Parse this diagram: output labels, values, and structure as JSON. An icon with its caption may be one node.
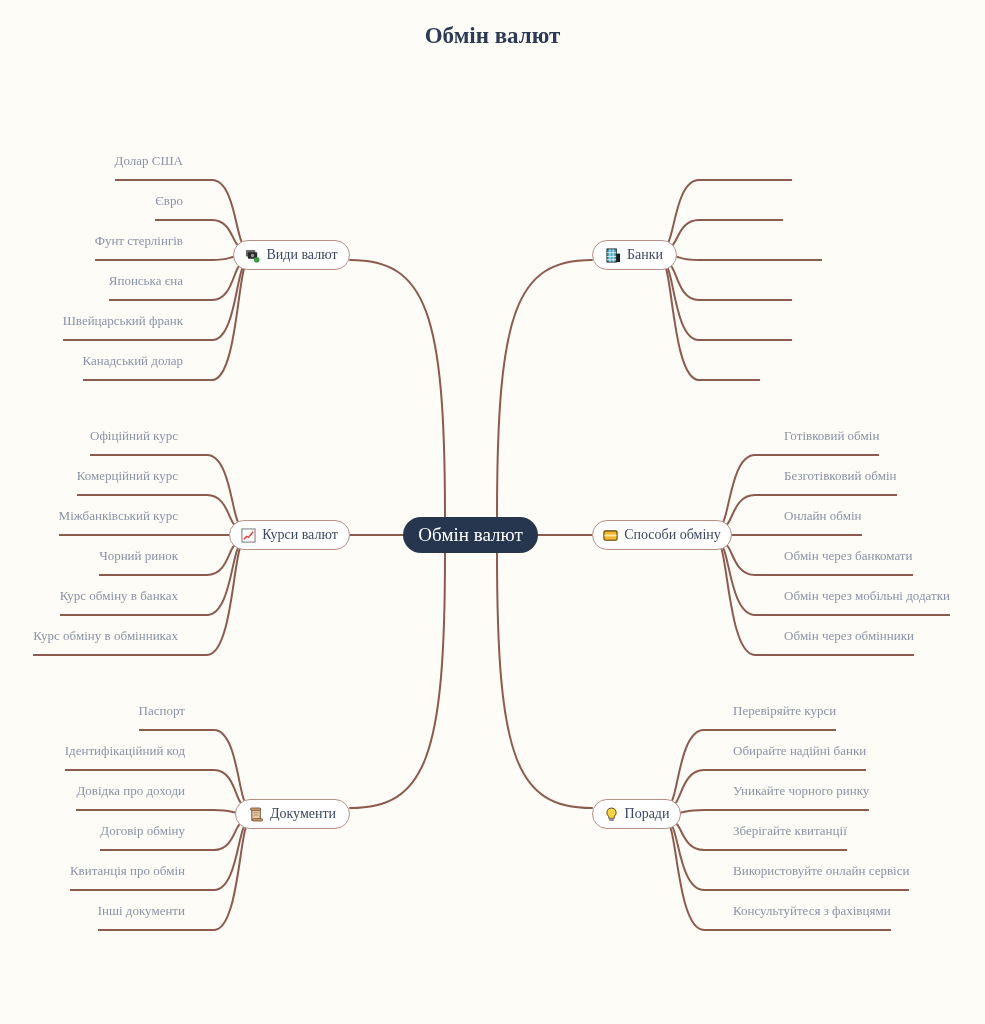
{
  "diagram": {
    "title": "Обмін валют",
    "nodes": [
      {
        "text": [
          "Обмін валют"
        ]
      },
      {
        "text": [
          "Види валют"
        ]
      },
      {
        "text": [
          "Долар США"
        ]
      },
      {
        "text": [
          "Євро"
        ]
      },
      {
        "text": [
          "Фунт стерлінгів"
        ]
      },
      {
        "text": [
          "Японська єна"
        ]
      },
      {
        "text": [
          "Швейцарський франк"
        ]
      },
      {
        "text": [
          "Канадський долар"
        ]
      },
      {
        "text": [
          "Курси валют"
        ]
      },
      {
        "text": [
          "Офіційний курс"
        ]
      },
      {
        "text": [
          "Комерційний курс"
        ]
      },
      {
        "text": [
          "Міжбанківський курс"
        ]
      },
      {
        "text": [
          "Чорний ринок"
        ]
      },
      {
        "text": [
          "Курс обміну в банках"
        ]
      },
      {
        "text": [
          "Курс обміну в обмінниках"
        ]
      },
      {
        "text": [
          "Документи"
        ]
      },
      {
        "text": [
          "Паспорт"
        ]
      },
      {
        "text": [
          "Ідентифікаційний код"
        ]
      },
      {
        "text": [
          "Довідка про доходи"
        ]
      },
      {
        "text": [
          "Договір обміну"
        ]
      },
      {
        "text": [
          "Квитанція про обмін"
        ]
      },
      {
        "text": [
          "Інші документи"
        ]
      },
      {
        "text": [
          "Банки"
        ]
      },
      {
        "text": [],
        "shape": "line"
      },
      {
        "text": [],
        "shape": "line"
      },
      {
        "text": [],
        "shape": "line"
      },
      {
        "text": [],
        "shape": "line"
      },
      {
        "text": [],
        "shape": "line"
      },
      {
        "text": [],
        "shape": "line"
      },
      {
        "text": [
          "Способи обміну"
        ]
      },
      {
        "text": [
          "Готівковий обмін"
        ]
      },
      {
        "text": [
          "Безготівковий обмін"
        ]
      },
      {
        "text": [
          "Онлайн обмін"
        ]
      },
      {
        "text": [
          "Обмін через банкомати"
        ]
      },
      {
        "text": [
          "Обмін через мобільні додатки"
        ]
      },
      {
        "text": [
          "Обмін через обмінники"
        ]
      },
      {
        "text": [
          "Поради"
        ]
      },
      {
        "text": [
          "Перевіряйте курси"
        ]
      },
      {
        "text": [
          "Обирайте надійні банки"
        ]
      },
      {
        "text": [
          "Уникайте чорного ринку"
        ]
      },
      {
        "text": [
          "Зберігайте квитанції"
        ]
      },
      {
        "text": [
          "Використовуйте онлайн сервіси"
        ]
      },
      {
        "text": [
          "Консультуйтеся з фахівцями"
        ]
      }
    ],
    "edges": [
      {
        "from": 0,
        "to": 1,
        "arrow": "none"
      },
      {
        "from": 0,
        "to": 8,
        "arrow": "none"
      },
      {
        "from": 0,
        "to": 15,
        "arrow": "none"
      },
      {
        "from": 0,
        "to": 22,
        "arrow": "none"
      },
      {
        "from": 0,
        "to": 29,
        "arrow": "none"
      },
      {
        "from": 0,
        "to": 36,
        "arrow": "none"
      },
      {
        "from": 1,
        "to": 2,
        "arrow": "none"
      },
      {
        "from": 1,
        "to": 3,
        "arrow": "none"
      },
      {
        "from": 1,
        "to": 4,
        "arrow": "none"
      },
      {
        "from": 1,
        "to": 5,
        "arrow": "none"
      },
      {
        "from": 1,
        "to": 6,
        "arrow": "none"
      },
      {
        "from": 1,
        "to": 7,
        "arrow": "none"
      },
      {
        "from": 8,
        "to": 9,
        "arrow": "none"
      },
      {
        "from": 8,
        "to": 10,
        "arrow": "none"
      },
      {
        "from": 8,
        "to": 11,
        "arrow": "none"
      },
      {
        "from": 8,
        "to": 12,
        "arrow": "none"
      },
      {
        "from": 8,
        "to": 13,
        "arrow": "none"
      },
      {
        "from": 8,
        "to": 14,
        "arrow": "none"
      },
      {
        "from": 15,
        "to": 16,
        "arrow": "none"
      },
      {
        "from": 15,
        "to": 17,
        "arrow": "none"
      },
      {
        "from": 15,
        "to": 18,
        "arrow": "none"
      },
      {
        "from": 15,
        "to": 19,
        "arrow": "none"
      },
      {
        "from": 15,
        "to": 20,
        "arrow": "none"
      },
      {
        "from": 15,
        "to": 21,
        "arrow": "none"
      },
      {
        "from": 22,
        "to": 23,
        "arrow": "none"
      },
      {
        "from": 22,
        "to": 24,
        "arrow": "none"
      },
      {
        "from": 22,
        "to": 25,
        "arrow": "none"
      },
      {
        "from": 22,
        "to": 26,
        "arrow": "none"
      },
      {
        "from": 22,
        "to": 27,
        "arrow": "none"
      },
      {
        "from": 22,
        "to": 28,
        "arrow": "none"
      },
      {
        "from": 29,
        "to": 30,
        "arrow": "none"
      },
      {
        "from": 29,
        "to": 31,
        "arrow": "none"
      },
      {
        "from": 29,
        "to": 32,
        "arrow": "none"
      },
      {
        "from": 29,
        "to": 33,
        "arrow": "none"
      },
      {
        "from": 29,
        "to": 34,
        "arrow": "none"
      },
      {
        "from": 29,
        "to": 35,
        "arrow": "none"
      },
      {
        "from": 36,
        "to": 37,
        "arrow": "none"
      },
      {
        "from": 36,
        "to": 38,
        "arrow": "none"
      },
      {
        "from": 36,
        "to": 39,
        "arrow": "none"
      },
      {
        "from": 36,
        "to": 40,
        "arrow": "none"
      },
      {
        "from": 36,
        "to": 41,
        "arrow": "none"
      },
      {
        "from": 36,
        "to": 42,
        "arrow": "none"
      }
    ]
  }
}
